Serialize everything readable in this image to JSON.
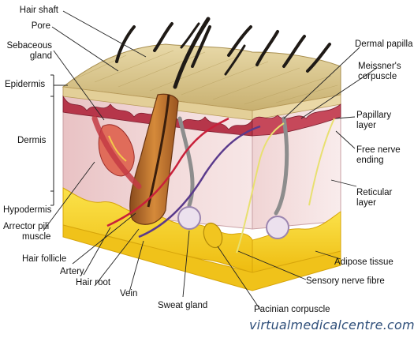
{
  "labels": {
    "hair_shaft": "Hair shaft",
    "pore": "Pore",
    "sebaceous_gland": [
      "Sebaceous",
      "gland"
    ],
    "epidermis": "Epidermis",
    "dermis": "Dermis",
    "hypodermis": "Hypodermis",
    "arrector_pili": [
      "Arrector pili",
      "muscle"
    ],
    "hair_follicle": "Hair follicle",
    "artery": "Artery",
    "hair_root": "Hair root",
    "vein": "Vein",
    "sweat_gland": "Sweat gland",
    "dermal_papilla": "Dermal papilla",
    "meissners_corpuscle": [
      "Meissner's",
      "corpuscle"
    ],
    "papillary_layer": [
      "Papillary",
      "layer"
    ],
    "free_nerve_ending": [
      "Free nerve",
      "ending"
    ],
    "reticular_layer": [
      "Reticular",
      "layer"
    ],
    "adipose_tissue": "Adipose tissue",
    "sensory_nerve_fibre": "Sensory nerve fibre",
    "pacinian_corpuscle": "Pacinian corpuscle"
  },
  "watermark": {
    "text": "virtualmedicalcentre.com",
    "symbol": "©"
  },
  "colors": {
    "epidermis_top": "#d9c58a",
    "dermis_pink": "#f2d7d7",
    "papillary_red": "#b6364a",
    "adipose_yellow": "#f5d21f",
    "hair": "#1f1a16",
    "follicle": "#c0742c",
    "artery": "#c8203a",
    "vein": "#5a3a8c",
    "nerve": "#e8e070"
  }
}
